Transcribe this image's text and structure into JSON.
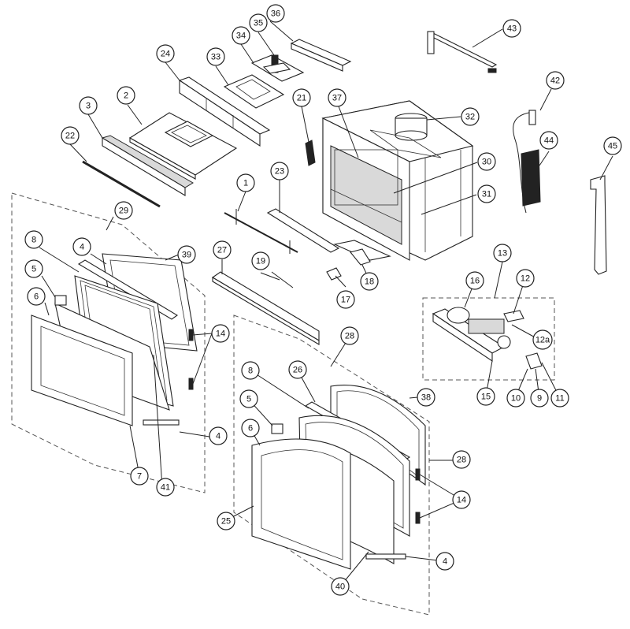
{
  "diagram": {
    "callouts": [
      {
        "id": "c1",
        "label": "1"
      },
      {
        "id": "c2",
        "label": "2"
      },
      {
        "id": "c3",
        "label": "3"
      },
      {
        "id": "c4a",
        "label": "4"
      },
      {
        "id": "c4b",
        "label": "4"
      },
      {
        "id": "c4c",
        "label": "4"
      },
      {
        "id": "c4d",
        "label": "4"
      },
      {
        "id": "c5a",
        "label": "5"
      },
      {
        "id": "c5b",
        "label": "5"
      },
      {
        "id": "c6a",
        "label": "6"
      },
      {
        "id": "c6b",
        "label": "6"
      },
      {
        "id": "c7",
        "label": "7"
      },
      {
        "id": "c8a",
        "label": "8"
      },
      {
        "id": "c8b",
        "label": "8"
      },
      {
        "id": "c9",
        "label": "9"
      },
      {
        "id": "c10",
        "label": "10"
      },
      {
        "id": "c11",
        "label": "11"
      },
      {
        "id": "c12",
        "label": "12"
      },
      {
        "id": "c12a",
        "label": "12a"
      },
      {
        "id": "c13",
        "label": "13"
      },
      {
        "id": "c14a",
        "label": "14"
      },
      {
        "id": "c14b",
        "label": "14"
      },
      {
        "id": "c15",
        "label": "15"
      },
      {
        "id": "c16",
        "label": "16"
      },
      {
        "id": "c17",
        "label": "17"
      },
      {
        "id": "c18",
        "label": "18"
      },
      {
        "id": "c19",
        "label": "19"
      },
      {
        "id": "c21",
        "label": "21"
      },
      {
        "id": "c22",
        "label": "22"
      },
      {
        "id": "c23",
        "label": "23"
      },
      {
        "id": "c24",
        "label": "24"
      },
      {
        "id": "c25",
        "label": "25"
      },
      {
        "id": "c26",
        "label": "26"
      },
      {
        "id": "c27",
        "label": "27"
      },
      {
        "id": "c28a",
        "label": "28"
      },
      {
        "id": "c28b",
        "label": "28"
      },
      {
        "id": "c29",
        "label": "29"
      },
      {
        "id": "c30",
        "label": "30"
      },
      {
        "id": "c31",
        "label": "31"
      },
      {
        "id": "c32",
        "label": "32"
      },
      {
        "id": "c33",
        "label": "33"
      },
      {
        "id": "c34",
        "label": "34"
      },
      {
        "id": "c35",
        "label": "35"
      },
      {
        "id": "c36",
        "label": "36"
      },
      {
        "id": "c37",
        "label": "37"
      },
      {
        "id": "c38",
        "label": "38"
      },
      {
        "id": "c39",
        "label": "39"
      },
      {
        "id": "c40",
        "label": "40"
      },
      {
        "id": "c41",
        "label": "41"
      },
      {
        "id": "c42",
        "label": "42"
      },
      {
        "id": "c43",
        "label": "43"
      },
      {
        "id": "c44",
        "label": "44"
      },
      {
        "id": "c45",
        "label": "45"
      }
    ]
  }
}
